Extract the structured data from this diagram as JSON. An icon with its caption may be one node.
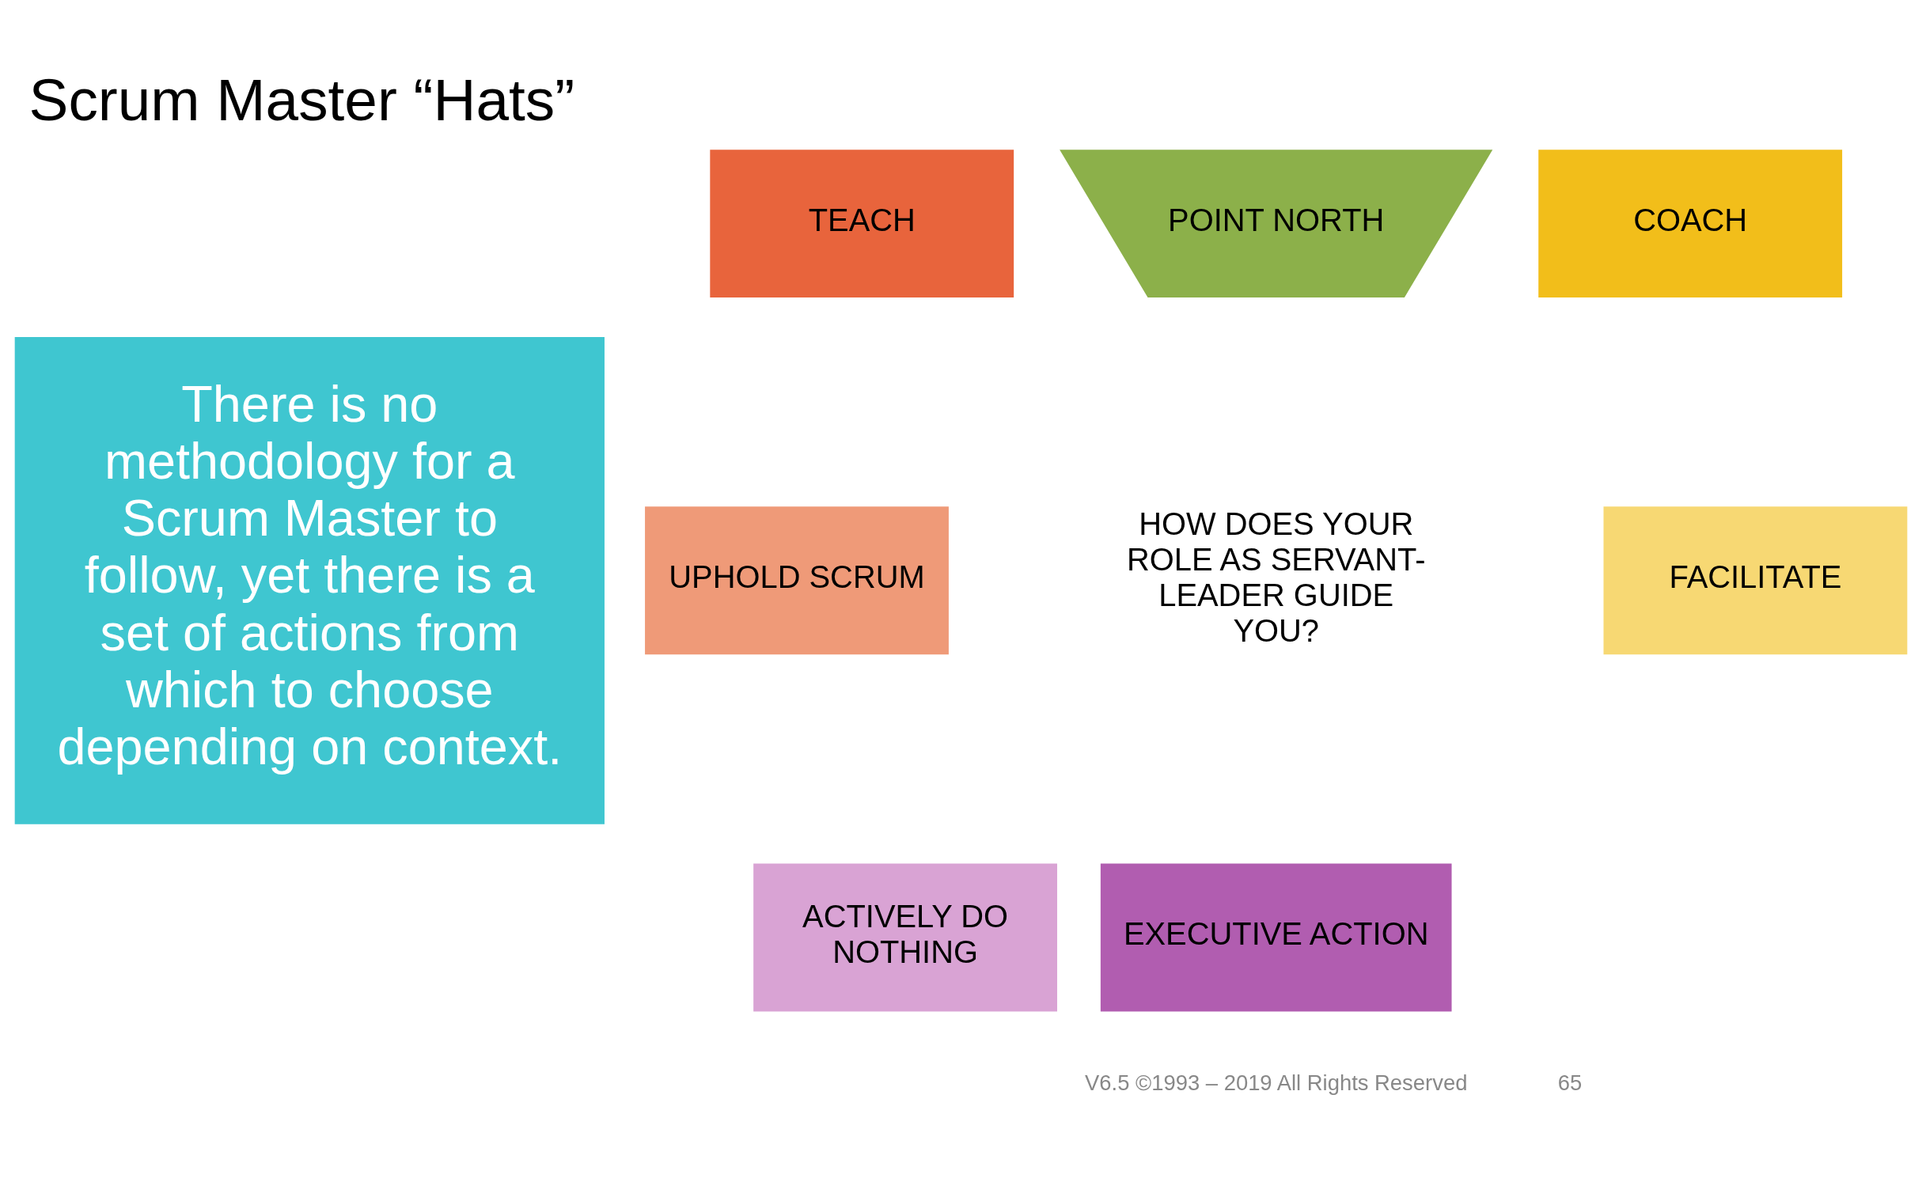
{
  "diagram": {
    "title": "Scrum Master “Hats”",
    "nodes": [
      {
        "text": [
          "POINT NORTH"
        ]
      },
      {
        "text": [
          "TEACH"
        ]
      },
      {
        "text": [
          "COACH"
        ]
      },
      {
        "text": [
          "UPHOLD SCRUM"
        ]
      },
      {
        "text": [
          "HOW DOES YOUR ROLE AS SERVANT-LEADER GUIDE YOU?"
        ]
      },
      {
        "text": [
          "FACILITATE"
        ]
      },
      {
        "text": [
          "ACTIVELY DO NOTHING"
        ]
      },
      {
        "text": [
          "EXECUTIVE ACTION"
        ]
      }
    ],
    "labels": [
      "There is no methodology for a Scrum Master to follow, yet there is a set of actions from which to choose depending on context.",
      "V6.5 ©1993 – 2019 All Rights Reserved",
      "65"
    ]
  }
}
